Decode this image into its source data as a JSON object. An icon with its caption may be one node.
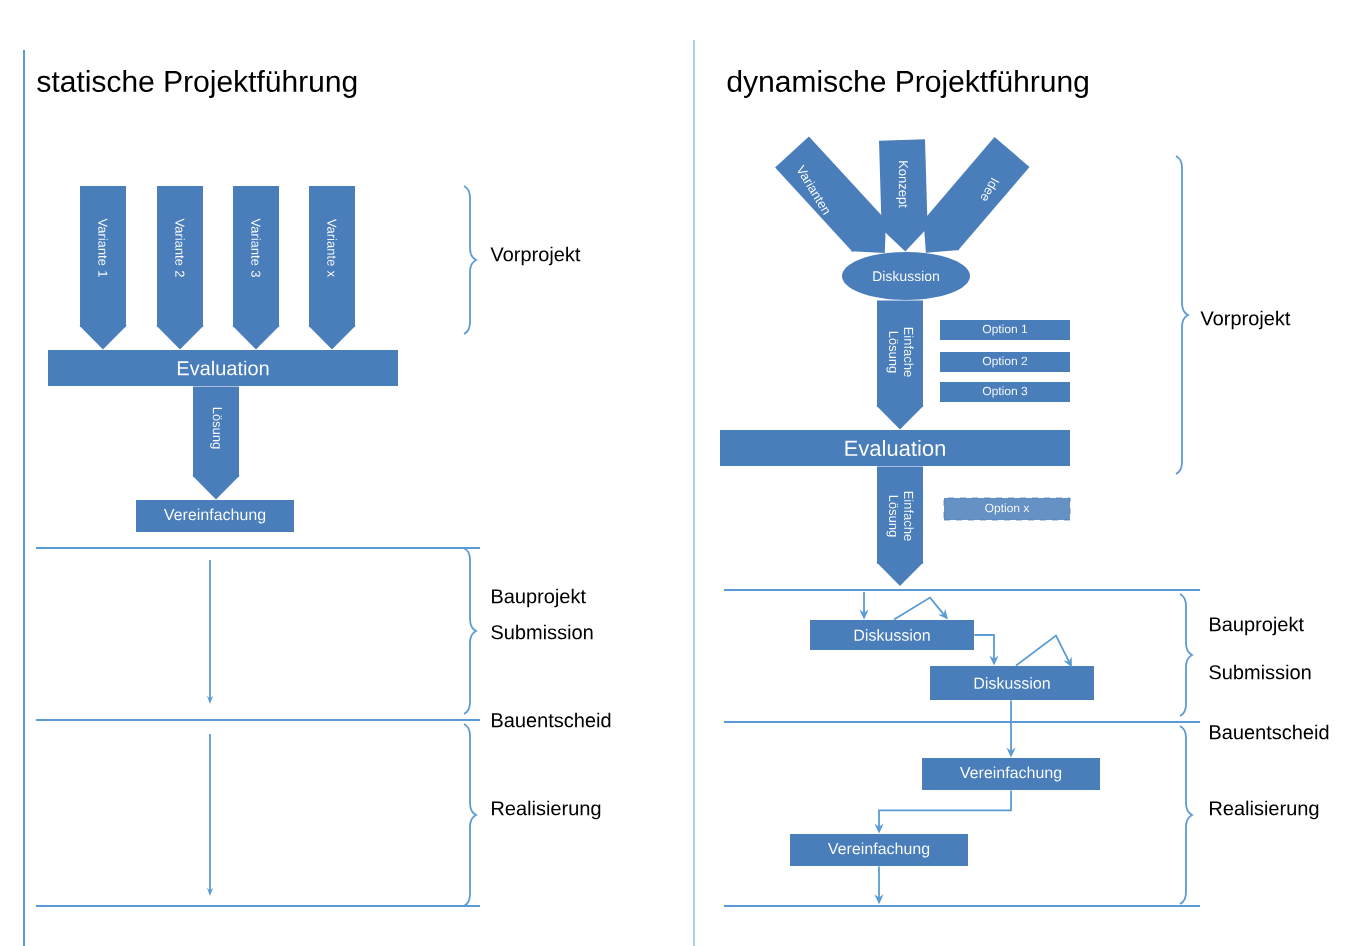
{
  "diagram": {
    "nodes": [
      {
        "text": [
          "Evaluation"
        ]
      },
      {
        "text": [
          "Vereinfachung"
        ]
      },
      {
        "text": [
          "Diskussion"
        ]
      },
      {
        "text": [
          "Option 1"
        ]
      },
      {
        "text": [
          "Option 2"
        ]
      },
      {
        "text": [
          "Option 3"
        ]
      },
      {
        "text": [
          "Evaluation"
        ]
      },
      {
        "text": [
          "Option x"
        ]
      },
      {
        "text": [
          "Diskussion"
        ]
      },
      {
        "text": [
          "Diskussion"
        ]
      },
      {
        "text": [
          "Vereinfachung"
        ]
      },
      {
        "text": [
          "Vereinfachung"
        ]
      }
    ],
    "edges": [
      {
        "from": null,
        "to": 0,
        "arrow": "to",
        "label": "Variante 1"
      },
      {
        "from": null,
        "to": 0,
        "arrow": "to",
        "label": "Variante 2"
      },
      {
        "from": null,
        "to": 0,
        "arrow": "to",
        "label": "Variante 3"
      },
      {
        "from": null,
        "to": 0,
        "arrow": "to",
        "label": "Variante x"
      },
      {
        "from": 0,
        "to": 1,
        "arrow": "to",
        "label": "Lösung"
      },
      {
        "from": null,
        "to": 2,
        "arrow": "to",
        "label": "Varianten"
      },
      {
        "from": null,
        "to": 2,
        "arrow": "to",
        "label": "Konzept"
      },
      {
        "from": null,
        "to": 2,
        "arrow": "to",
        "label": "Idee"
      },
      {
        "from": 2,
        "to": 6,
        "arrow": "to",
        "label": "Einfache Lösung"
      },
      {
        "from": 6,
        "to": null,
        "arrow": "to",
        "label": "Einfache Lösung"
      },
      {
        "from": null,
        "to": 8,
        "arrow": "to"
      },
      {
        "from": 8,
        "to": 8,
        "arrow": "to"
      },
      {
        "from": 8,
        "to": 9,
        "arrow": "to"
      },
      {
        "from": 9,
        "to": 9,
        "arrow": "to"
      },
      {
        "from": 9,
        "to": 10,
        "arrow": "to"
      },
      {
        "from": 10,
        "to": 11,
        "arrow": "to"
      },
      {
        "from": 11,
        "to": null,
        "arrow": "to"
      }
    ],
    "labels": [
      "statische Projektführung",
      "dynamische Projektführung",
      "Vorprojekt",
      "Bauprojekt",
      "Submission",
      "Bauentscheid",
      "Realisierung",
      "Vorprojekt",
      "Bauprojekt",
      "Submission",
      "Bauentscheid",
      "Realisierung"
    ]
  }
}
